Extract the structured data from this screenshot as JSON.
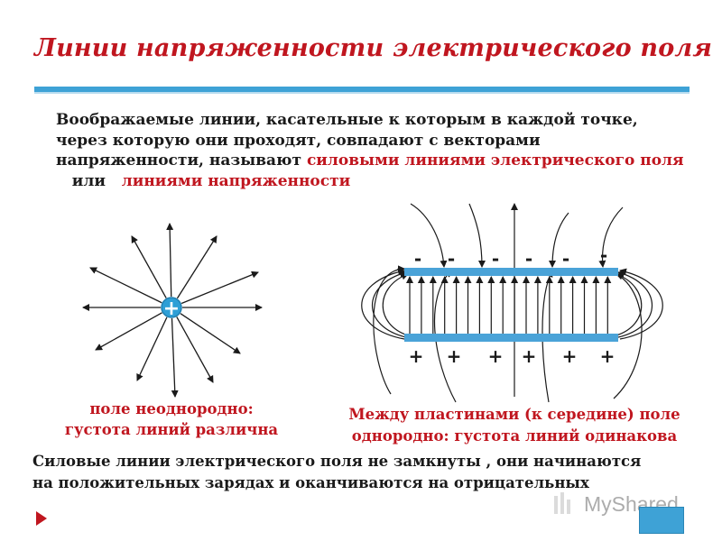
{
  "title": "Линии напряженности электрического поля",
  "intro": {
    "part1": "Воображаемые линии, касательные к которым в каждой точке, через которую они проходят, совпадают  с векторами напряженности, называют ",
    "hl1": "силовыми линиями электрического поля",
    "mid": "   или   ",
    "hl2": "линиями напряженности"
  },
  "charge_sign": "+",
  "plate_top_signs": [
    "-",
    "-",
    "-",
    "-",
    "-",
    "-"
  ],
  "plate_bottom_signs": [
    "+",
    "+",
    "+",
    "+",
    "+",
    "+"
  ],
  "caption_left": [
    "поле неоднородно:",
    "густота линий различна"
  ],
  "caption_right": [
    "Между пластинами (к середине) поле",
    "однородно: густота линий одинакова"
  ],
  "bottom_text": [
    "Силовые линии  электрического поля не замкнуты , они начинаются",
    "на положительных  зарядах  и  оканчиваются  на  отрицательных"
  ],
  "watermark": "MyShared",
  "colors": {
    "accent_red": "#c0161f",
    "accent_blue": "#3ea2d6",
    "plate": "#4aa3d8",
    "charge": "#2e9fd6"
  }
}
